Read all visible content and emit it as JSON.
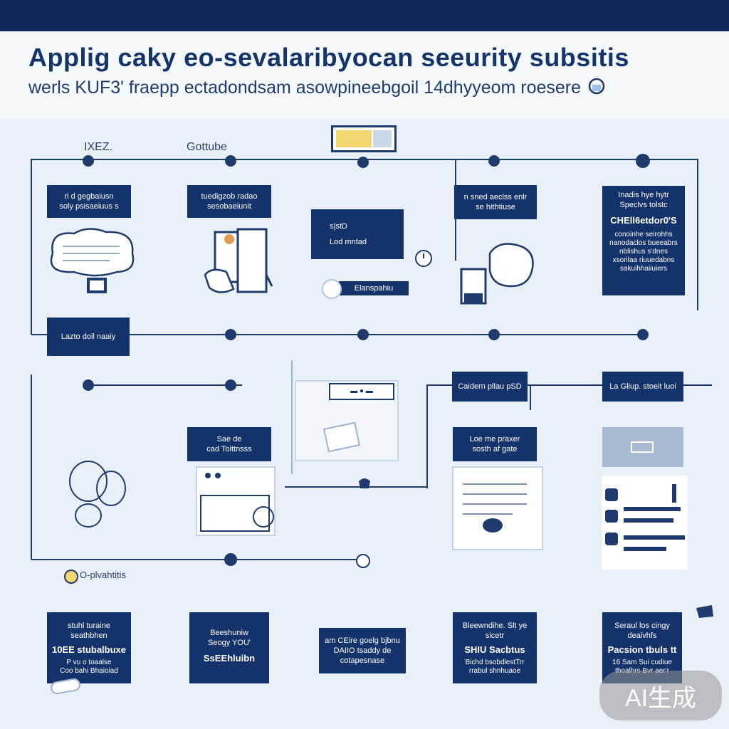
{
  "header": {
    "title": "Applig caky eo-sevalaribyocan seeurity subsitis",
    "subtitle": "werls KUF3' fraepp ectadondsam asowpineebgoil 14dhyyeom roesere"
  },
  "labels": {
    "top_left": "IXEZ.",
    "top_mid": "Gottube",
    "bottom_left": "O-plvahtitis"
  },
  "boxes": {
    "r1c1": "ri d gegbaiusn\nsoly psisaeiuus s",
    "r1c2": "tuedigzob radao\nsesobaeiunit",
    "r1c3a": "s|stD",
    "r1c3b": "Lod mntad",
    "r1c3c": "Elanspahiu",
    "r1c4": "n sned aeclss enlr\nse hithtiuse",
    "r1c5_top": "Inadis hye hytr\nSpeclvs tolstc",
    "r1c5_big": "CHEll6etdor0'S",
    "r1c5_body": "conoinhe seirohhs\nnanodaclos bueeabrs\nnblishus s'dnes\nxsorilaa riuuedabns\nsakuihhaiiuiers",
    "r1_footer": "Lazto doil naaiy",
    "r2c3": "Caidern pllau pSD",
    "r2c5": "La Gliup. stoeit luoi",
    "r3c2": "Sae de\ncad Toittnsss",
    "r3c4": "Loe me praxer\nsosth af gate",
    "r4c1_top": "stuhl turaine\nseathbhen",
    "r4c1_big": "10EE stubalbuxe",
    "r4c1_body": "P vu o toaalse\nCoo bahi Bhaioiad",
    "r4c2_top": "Beeshuniw\nSeogy YOU'",
    "r4c2_big": "SsEEhluibn",
    "r4c3": "am CEire goelg bjbnu\nDAIIO tsaddy de\ncotapesnase",
    "r4c4_top": "Bleewndihe. Slt ye\nsicetr",
    "r4c4_big": "SHIU Sacbtus",
    "r4c4_body": "Bichd bsobdlestTrr\nrrabul shnhuaoe",
    "r4c5_top": "Seraul los cingy\ndeaivhfs",
    "r4c5_big": "Pacsion tbuls tt",
    "r4c5_body": "16 Sam Sui cudiue\nthoalhrs Bvr aer'r"
  },
  "watermark": "AI生成",
  "colors": {
    "navy": "#14336b",
    "top_bar": "#0f2a5a",
    "background": "#e9f0f8",
    "accent_yellow": "#f2d770"
  }
}
